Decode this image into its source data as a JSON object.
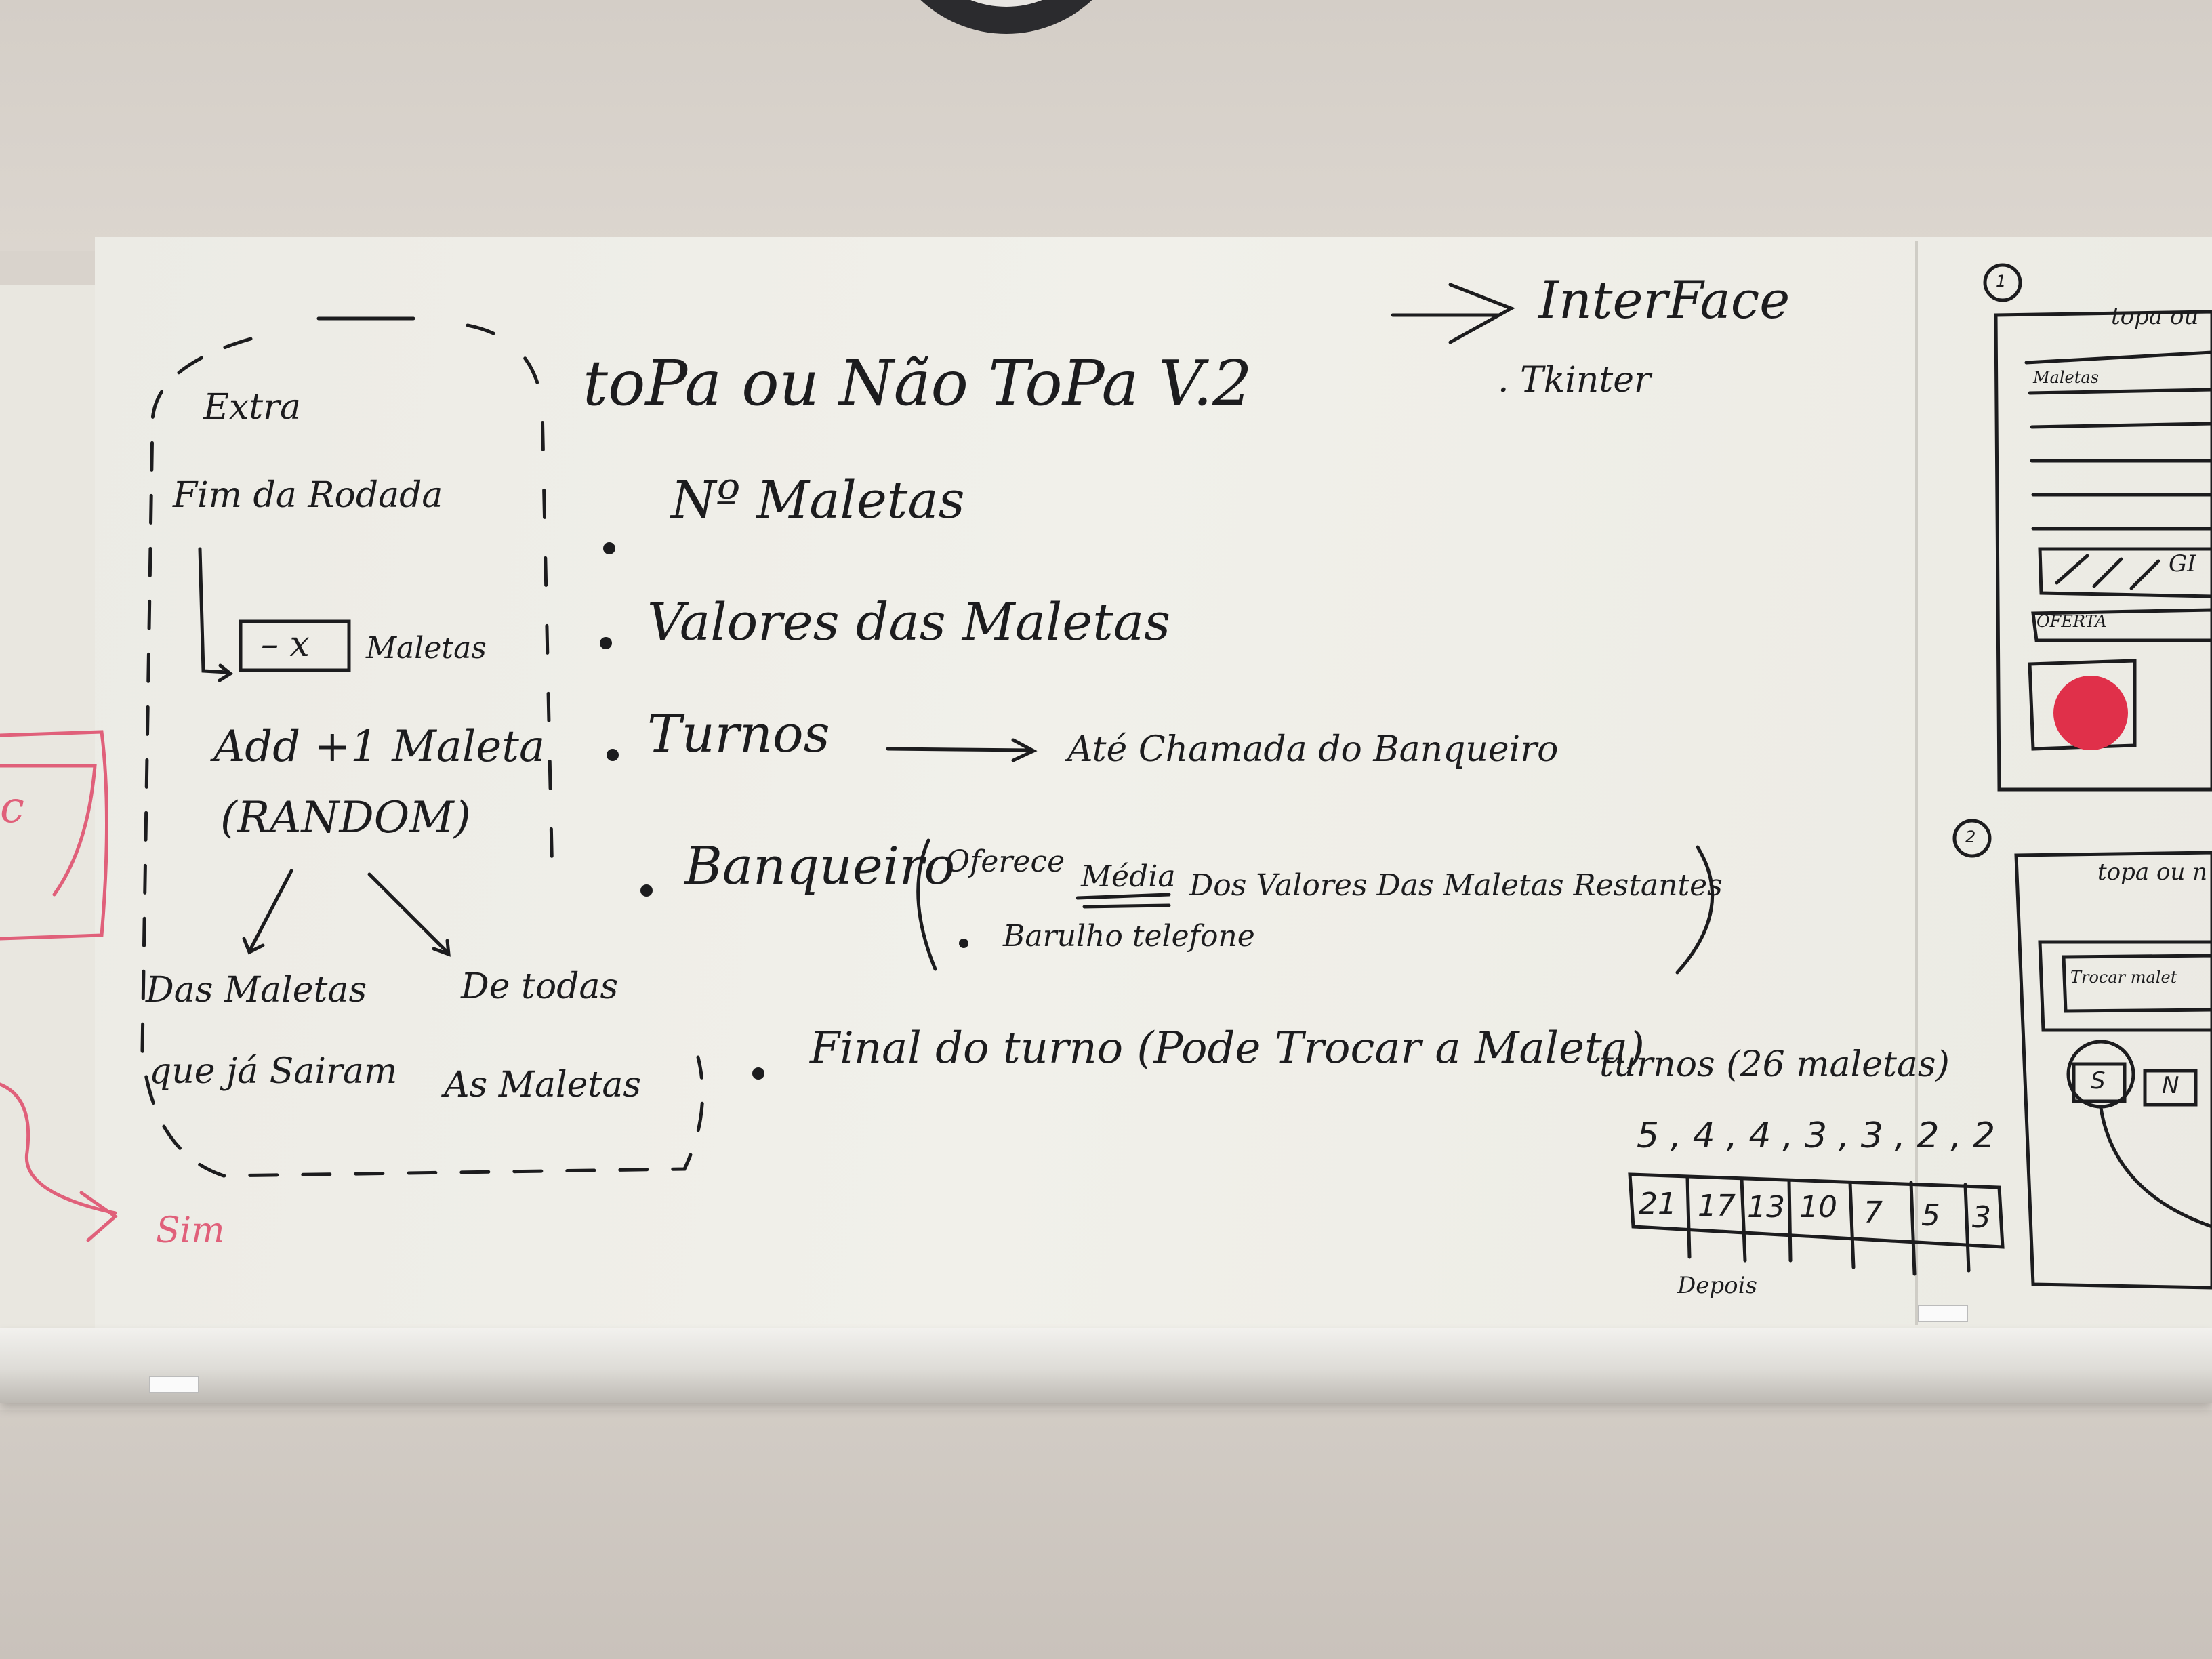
{
  "board": {
    "title": "toPa ou Não ToPa V.2",
    "interface": {
      "heading": "InterFace",
      "item": ". Tkinter"
    },
    "bullets": {
      "num_maletas": "Nº Maletas",
      "valores": "Valores das Maletas",
      "turnos": "Turnos",
      "turnos_note": "Até Chamada do Banqueiro",
      "banqueiro": "Banqueiro",
      "banqueiro_offer_prefix": "Oferece",
      "banqueiro_offer_emph": "Média",
      "banqueiro_offer_rest": "Dos Valores Das Maletas Restantes",
      "banqueiro_sound": "Barulho telefone",
      "final_turno": "Final do turno (Pode Trocar a Maleta)"
    },
    "extra": {
      "label": "Extra",
      "fim_rodada": "Fim da Rodada",
      "minus_x_box": "– x",
      "minus_x_label": "Maletas",
      "add_one": "Add +1 Maleta",
      "random": "(RANDOM)",
      "option_left_1": "Das Maletas",
      "option_left_2": "que já Sairam",
      "option_right_1": "De todas",
      "option_right_2": "As Maletas"
    },
    "turnos_calc": {
      "heading": "turnos (26 maletas)",
      "counts_line": "5 , 4 , 4 , 3 , 3 , 2 , 2",
      "cells": [
        "21",
        "17",
        "13",
        "10",
        "7",
        "5",
        "3"
      ],
      "depois": "Depois"
    },
    "sketches": {
      "sketch_1_number": "1",
      "sketch_1_title": "topa ou",
      "sketch_1_maletas": "Maletas",
      "sketch_1_oferta": "OFERTA",
      "sketch_1_cut": "GI",
      "sketch_2_number": "2",
      "sketch_2_title": "topa ou n",
      "sketch_2_trocar": "Trocar malet",
      "sketch_2_s": "S",
      "sketch_2_n": "N"
    },
    "left_red": {
      "c_fragment": "c",
      "sim": "Sim"
    }
  },
  "colors": {
    "ink_black": "#1c1c1e",
    "ink_red": "#e0607a",
    "board": "#efeee8",
    "wall": "#d8d2cb",
    "button_red": "#e0304a"
  }
}
